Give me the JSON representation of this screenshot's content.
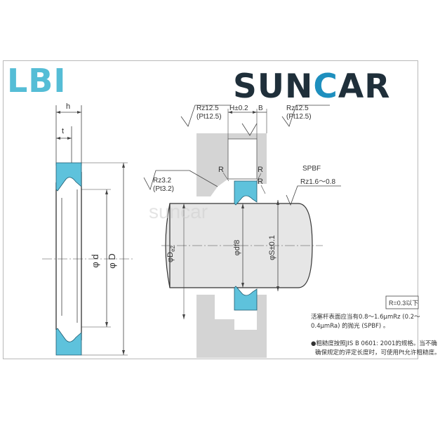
{
  "logo_left": "LBI",
  "logo_right": {
    "part1": "SUN",
    "part2": "C",
    "part3": "AR"
  },
  "watermark": "suncar",
  "colors": {
    "seal": "#5ec2dc",
    "housing": "#d4d4d4",
    "rod": "#e6e6e6",
    "logo_left": "#55bdd6",
    "logo_right": "#1f2f3a",
    "logo_accent": "#1e8fbe"
  },
  "left_view": {
    "h": "h",
    "t": "t",
    "d": "φ d",
    "D": "φ D"
  },
  "right_view": {
    "rz_left_top": "Rz12.5",
    "pt_left_top": "(Pt12.5)",
    "h_tol": "H±0.2",
    "b": "B",
    "rz_right_top": "Rz12.5",
    "pt_right_top": "(Pt12.5)",
    "rz_left": "Rz3.2",
    "pt_left": "(Pt3.2)",
    "r1": "R",
    "r2": "R",
    "r3": "R",
    "spbf": "SPBF",
    "rz_spbf": "Rz1.6～0.8",
    "d_e": "φD",
    "d_e_sub": "e2",
    "d_f": "φdf8",
    "s_tol": "φS±0.1",
    "r_note": "R=0.3以下"
  },
  "notes": {
    "line1": "活塞杆表面应当有0.8～1.6μmRz (0.2～",
    "line2": "0.4μmRa) 的抛光 (SPBF) 。",
    "line3": "●粗糙度按照JIS B 0601: 2001的规格。当不确",
    "line4": "确保规定的评定长度时，可使用Pt允许粗糙度。"
  }
}
